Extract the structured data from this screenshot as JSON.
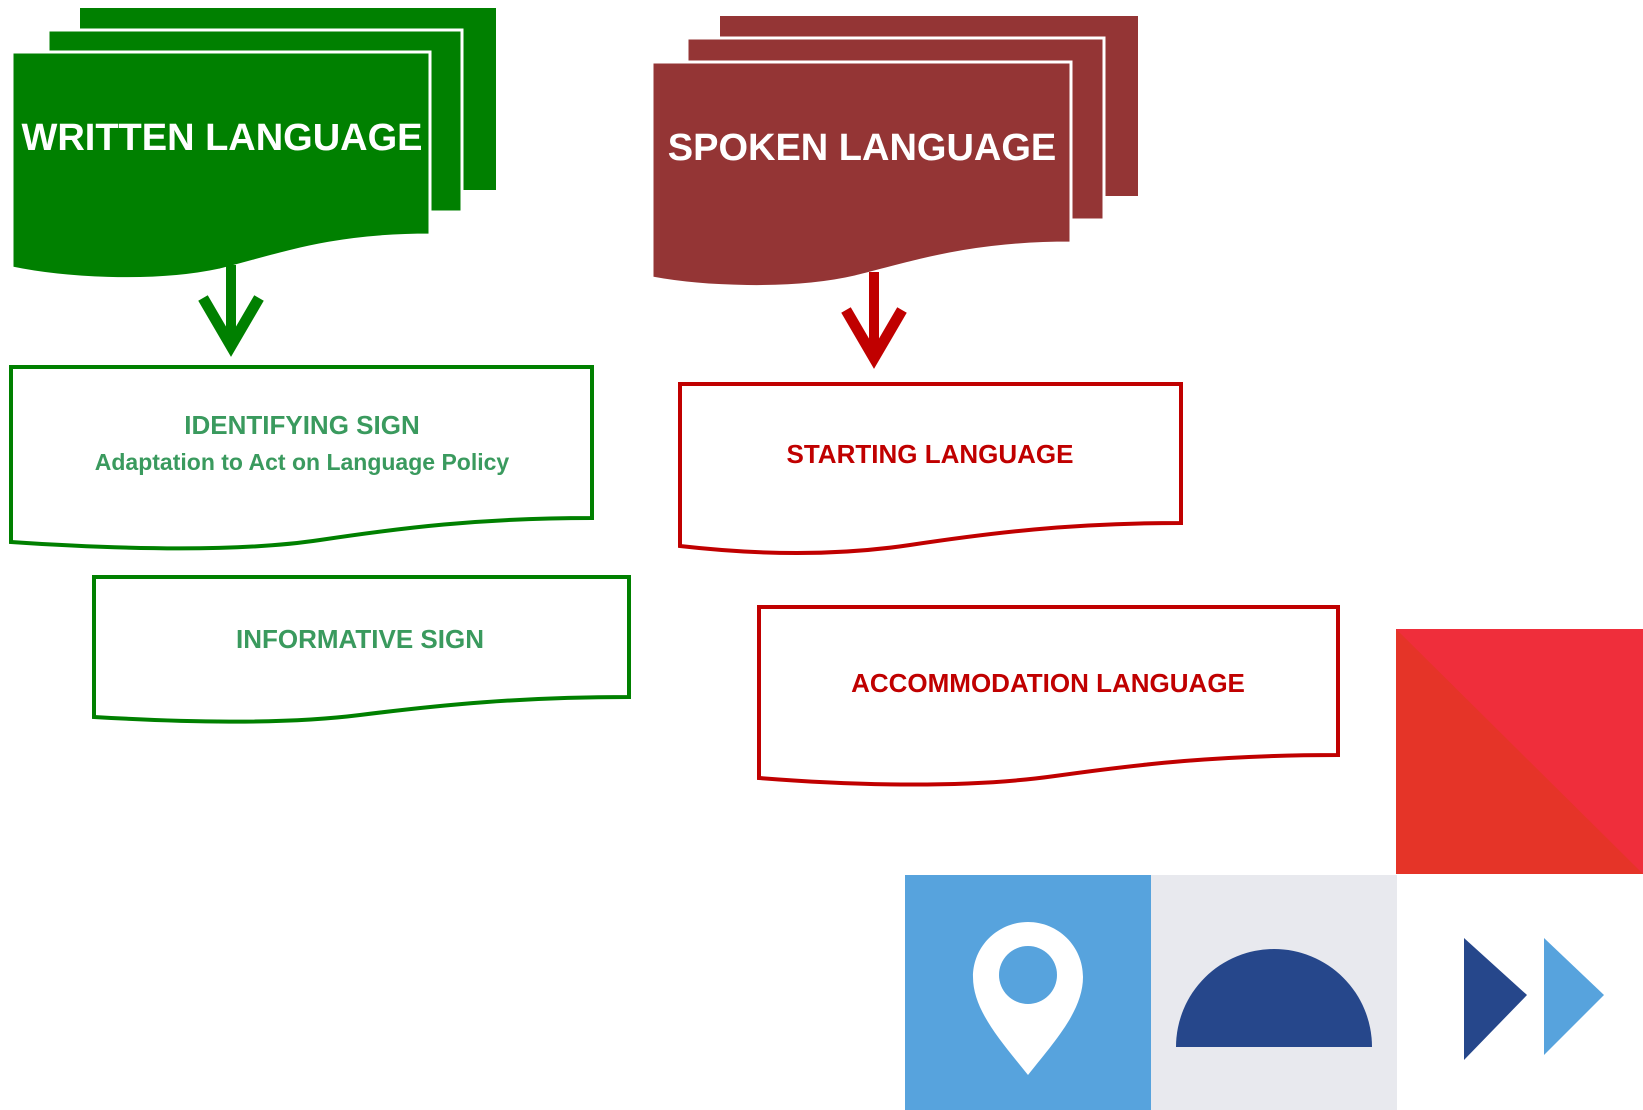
{
  "written": {
    "title": "WRITTEN LANGUAGE",
    "color": "#008000",
    "boxes": [
      {
        "title": "IDENTIFYING SIGN",
        "subtitle": "Adaptation to Act on Language Policy"
      },
      {
        "title": "INFORMATIVE SIGN"
      }
    ]
  },
  "spoken": {
    "title": "SPOKEN LANGUAGE",
    "color": "#943535",
    "boxes": [
      {
        "title": "STARTING LANGUAGE"
      },
      {
        "title": "ACCOMMODATION LANGUAGE"
      }
    ]
  },
  "colors": {
    "green_text": "#3a9a5e",
    "red_outline": "#c00000",
    "decor_red": "#ef2e3b",
    "decor_light_blue": "#57a3dd",
    "decor_grey": "#e8e9ee",
    "decor_navy": "#26478b"
  },
  "decor_icons": [
    "location-pin-icon",
    "half-circle-icon",
    "fast-forward-icon"
  ]
}
